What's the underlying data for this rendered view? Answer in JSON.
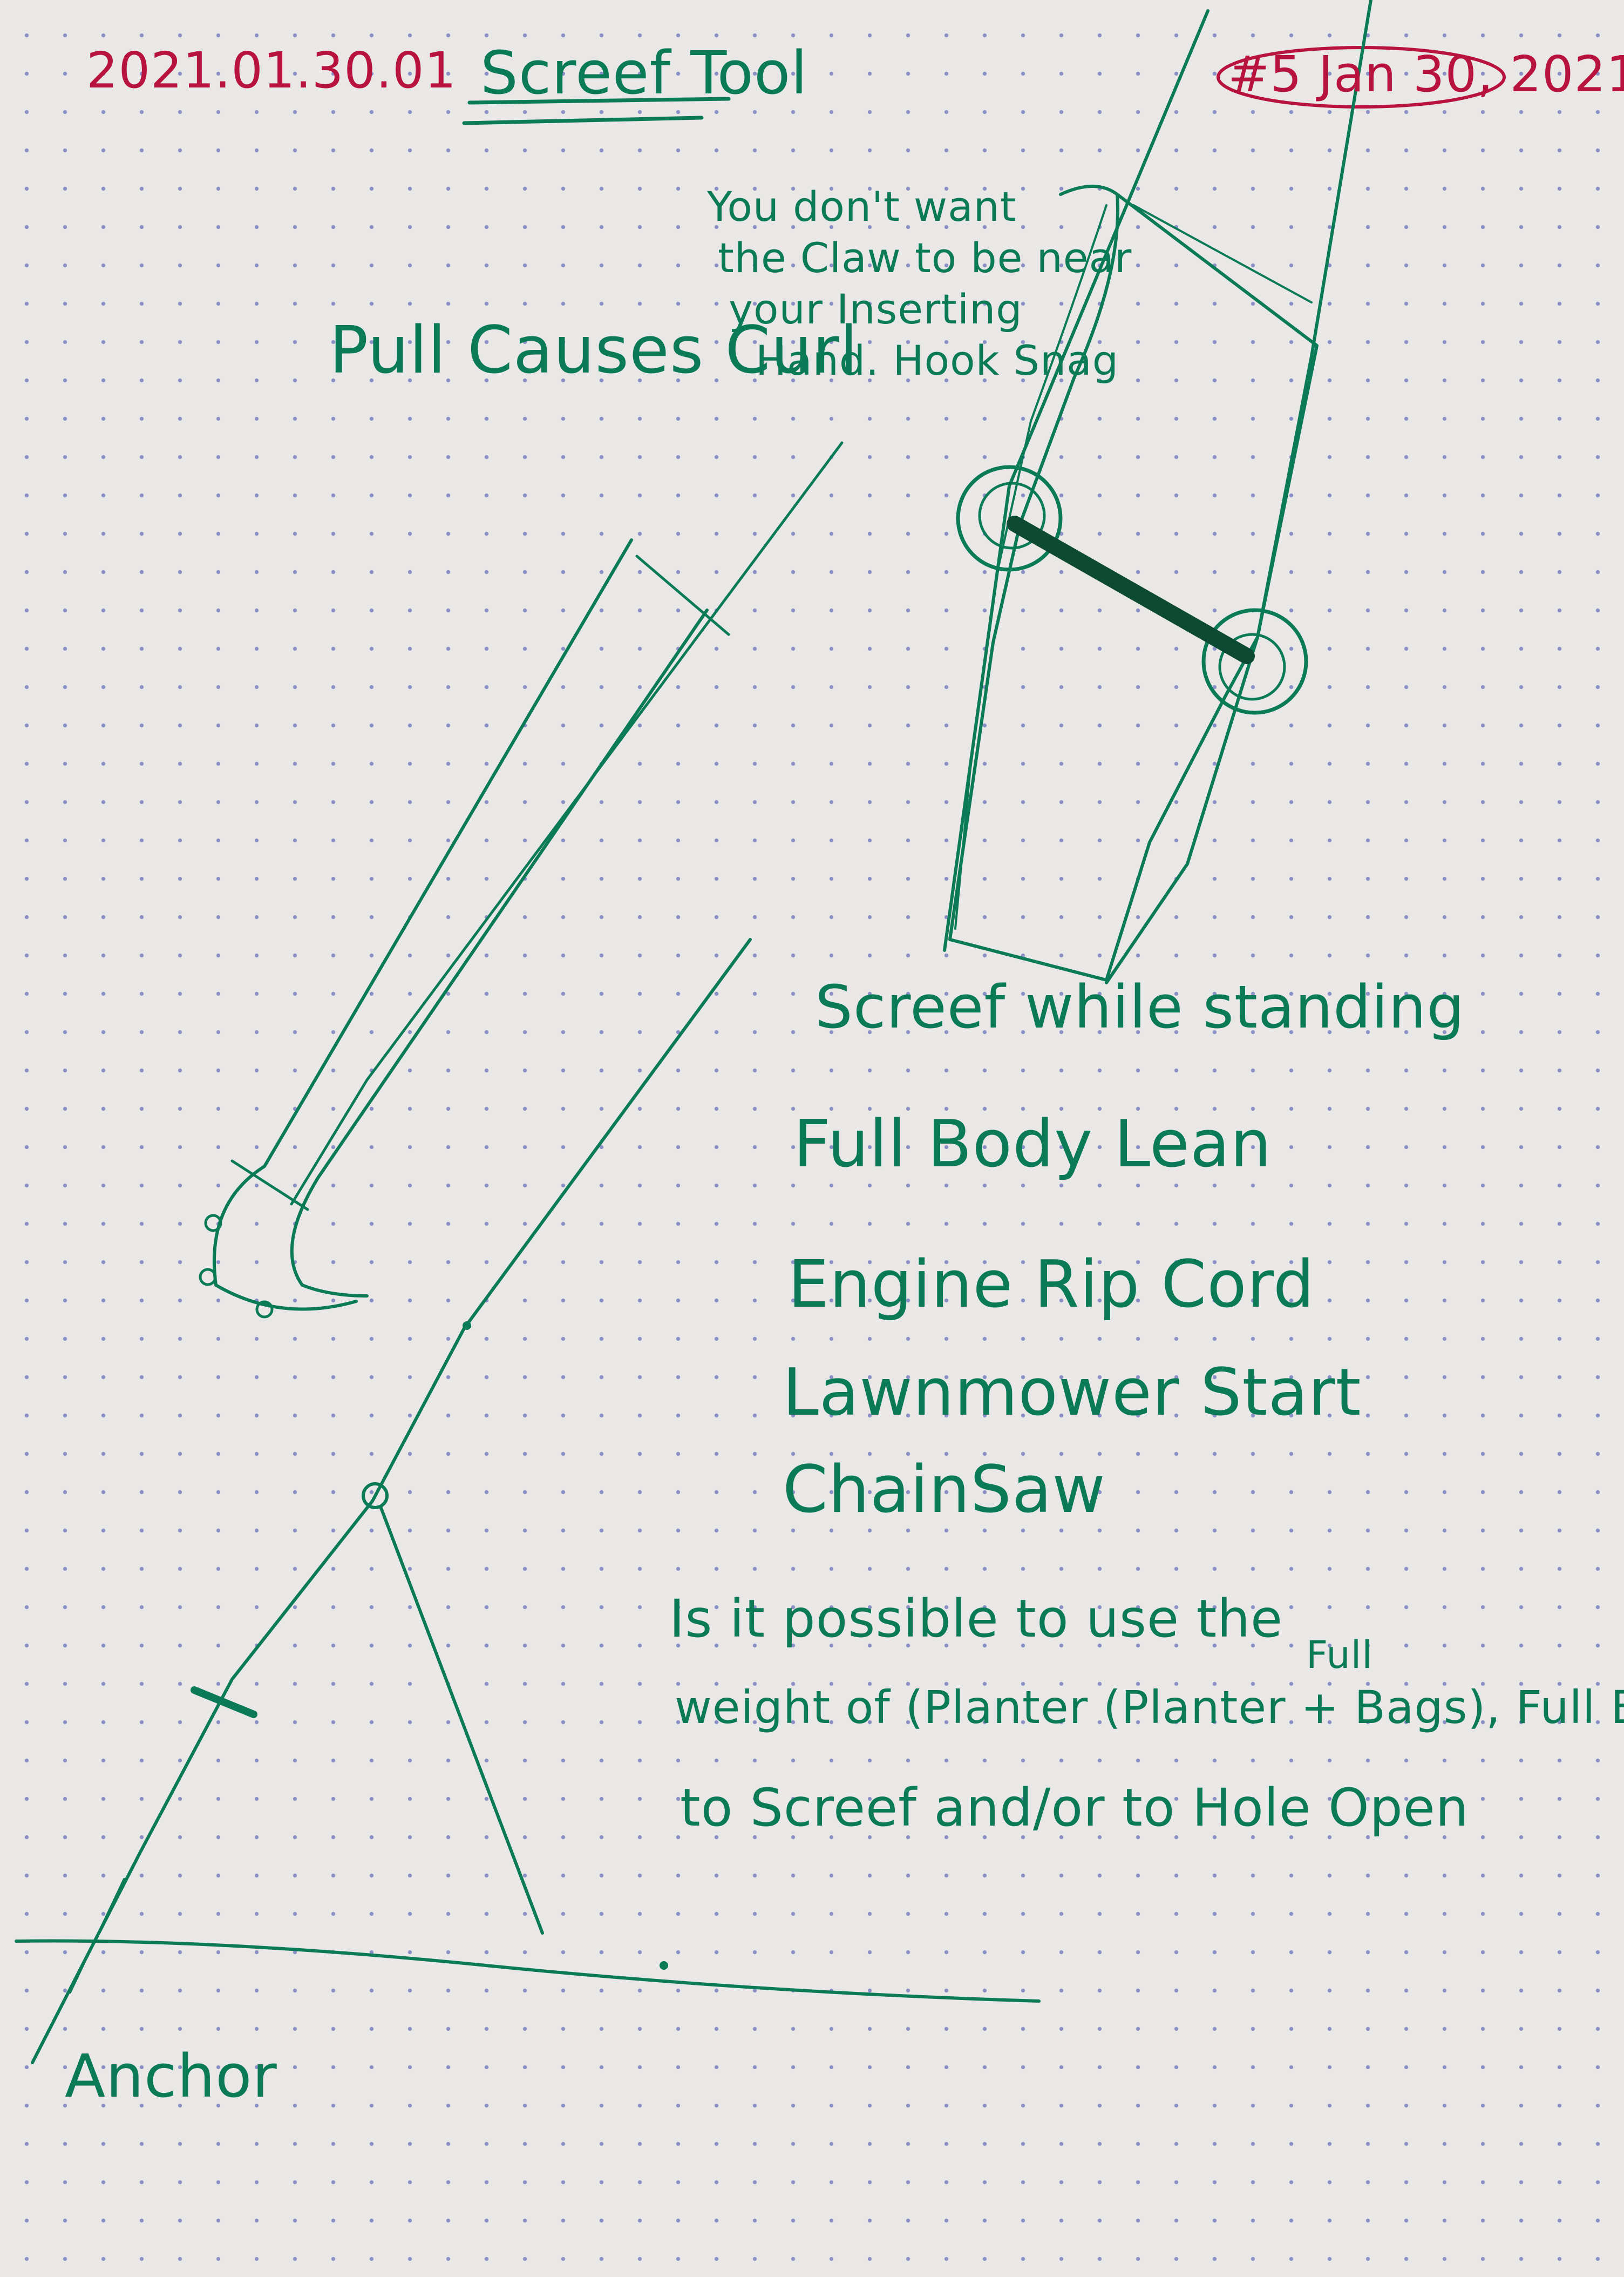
{
  "header": {
    "entry_id": "2021.01.30.01",
    "title": "Screef Tool",
    "date": "#5 Jan 30, 2021"
  },
  "notes": {
    "pull_causes_curl": "Pull Causes Curl",
    "claw_note_line1": "You don't want",
    "claw_note_line2": "the Claw to be near",
    "claw_note_line3": "your Inserting",
    "claw_note_line4": "Hand. Hook Snag",
    "screef_while_standing": "Screef while standing",
    "full_body_lean": "Full Body Lean",
    "engine_rip_cord": "Engine Rip Cord",
    "lawnmower_start": "Lawnmower Start",
    "chainsaw": "ChainSaw",
    "question_line1": "Is it possible to use the",
    "question_full": "Full",
    "question_line2": "weight of (Planter (Planter + Bags), Full Bags)",
    "question_line3": "to Screef and/or to Hole Open",
    "anchor": "Anchor"
  },
  "colors": {
    "red_ink": "#b8123e",
    "green_ink": "#0b7a57",
    "dot_grid": "#8a8fc6",
    "paper": "#e9e8e6"
  }
}
